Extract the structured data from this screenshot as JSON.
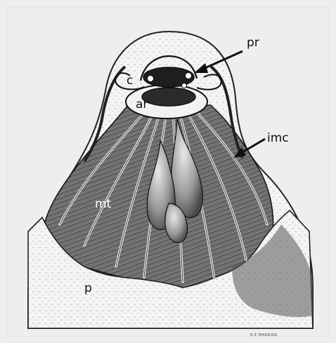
{
  "labels": {
    "pr": "pr",
    "c": "c",
    "ar": "ar",
    "imc": "imc",
    "mt": "mt",
    "p": "p"
  },
  "signature": "R.E.MARKING",
  "colors": {
    "background": "#eeeeee",
    "outer_layer": "#f4f4f4",
    "muscle_layer": "#6f6f6f",
    "ring": "#f2f2f2",
    "ink": "#111111"
  }
}
